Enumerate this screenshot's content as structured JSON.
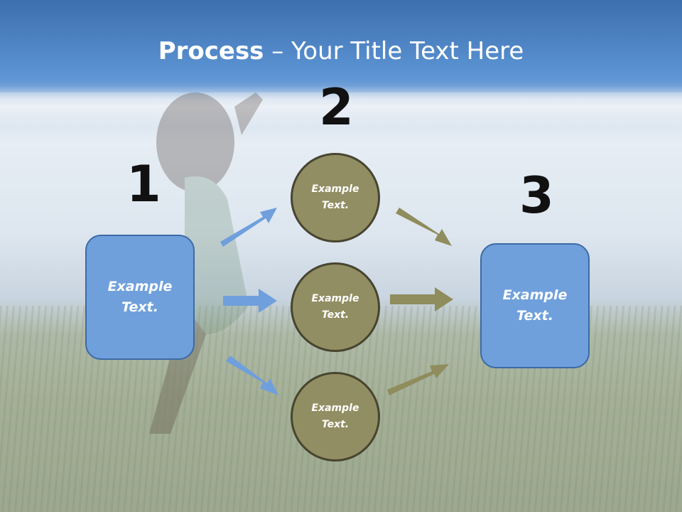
{
  "title": {
    "bold": "Process",
    "rest": " – Your Title Text Here"
  },
  "steps": {
    "one": "1",
    "two": "2",
    "three": "3"
  },
  "left_box": {
    "line1": "Example",
    "line2": "Text."
  },
  "right_box": {
    "line1": "Example",
    "line2": "Text."
  },
  "circles": [
    {
      "line1": "Example",
      "line2": "Text."
    },
    {
      "line1": "Example",
      "line2": "Text."
    },
    {
      "line1": "Example",
      "line2": "Text."
    }
  ],
  "colors": {
    "blue_arrow": "#6f9fdc",
    "olive_arrow": "#8f8c5d",
    "box_fill": "#6fa0dc",
    "circle_fill": "#928e63"
  }
}
